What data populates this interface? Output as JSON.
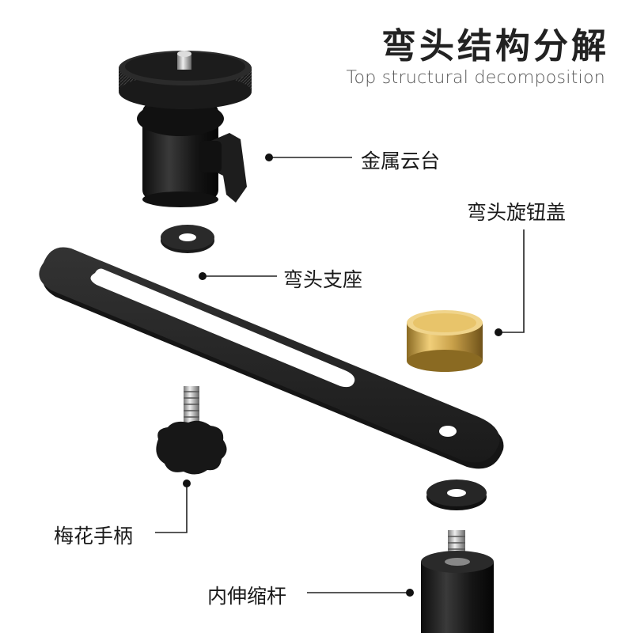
{
  "header": {
    "title": "弯头结构分解",
    "subtitle": "Top structural decomposition"
  },
  "parts": {
    "metal_head": "金属云台",
    "knob_cap": "弯头旋钮盖",
    "bracket": "弯头支座",
    "plum_handle": "梅花手柄",
    "inner_rod": "内伸缩杆"
  },
  "colors": {
    "metal": "#1f1f1f",
    "brass": "#c9a14a",
    "leader": "#222222"
  }
}
